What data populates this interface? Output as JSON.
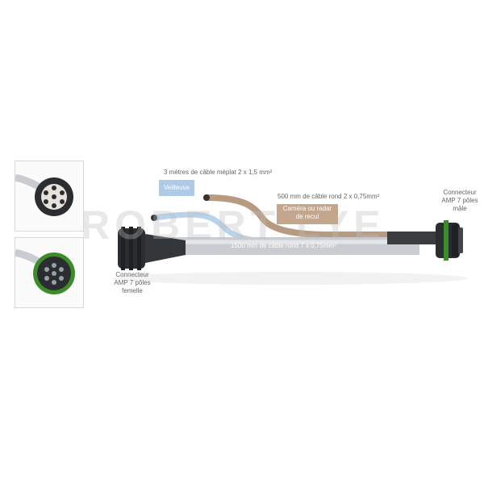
{
  "watermark": {
    "text": "ROBERT LYE"
  },
  "labels": {
    "meplat": "3 mètres de câble méplat 2 x 1,5  mm²",
    "veilleuse": "Veilleuse",
    "cable500": "500 mm de câble rond 2 x 0,75mm²",
    "camera_line1": "Caméra ou radar",
    "camera_line2": "de recul",
    "cable1500": "1500 mm de câble rond 7 x 0,75mm²",
    "femelle_line1": "Connecteur",
    "femelle_line2": "AMP 7 pôles",
    "femelle_line3": "femelle",
    "male_line1": "Connecteur",
    "male_line2": "AMP 7 pôles",
    "male_line3": "mâle"
  },
  "colors": {
    "cable_light_blue": "#b9d3ea",
    "cable_tan": "#b89a80",
    "cable_grey": "#c9ccd0",
    "connector_dark": "#2b2e31",
    "seal_green": "#3c8c2a"
  }
}
